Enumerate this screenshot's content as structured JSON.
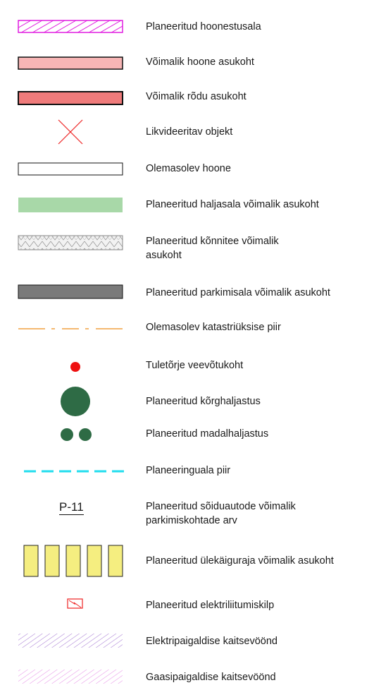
{
  "legend": {
    "items": [
      {
        "id": "hoonestusala",
        "label": "Planeeritud hoonestusala",
        "symbol": "hatch-box",
        "color": "#e11fe0"
      },
      {
        "id": "hoone",
        "label": "Võimalik hoone asukoht",
        "symbol": "filled-box",
        "color": "#f7b5b5"
      },
      {
        "id": "rodu",
        "label": "Võimalik rõdu asukoht",
        "symbol": "filled-box",
        "color": "#ef7b7b"
      },
      {
        "id": "likvideeritav",
        "label": "Likvideeritav objekt",
        "symbol": "cross",
        "color": "#ee2222"
      },
      {
        "id": "olemasolev-hoone",
        "label": "Olemasolev hoone",
        "symbol": "outline-box",
        "color": "#222222"
      },
      {
        "id": "haljasala",
        "label": "Planeeritud haljasala võimalik asukoht",
        "symbol": "filled-rect",
        "color": "#a8d8a8"
      },
      {
        "id": "konnitee",
        "label": "Planeeritud kõnnitee võimalik",
        "label2": "asukoht",
        "symbol": "pattern-box",
        "color": "#c8c8c8"
      },
      {
        "id": "parkimisala",
        "label": "Planeeritud parkimisala võimalik asukoht",
        "symbol": "filled-box",
        "color": "#7a7a7a"
      },
      {
        "id": "katastriuksus",
        "label": "Olemasolev katastriüksise piir",
        "symbol": "dashdot-line",
        "color": "#f0a040"
      },
      {
        "id": "tuletorje",
        "label": "Tuletõrje veevõtukoht",
        "symbol": "dot",
        "color": "#ee1111"
      },
      {
        "id": "korghaljastus",
        "label": "Planeeritud kõrghaljastus",
        "symbol": "big-circle",
        "color": "#2e6b45"
      },
      {
        "id": "madalhaljastus",
        "label": "Planeeritud madalhaljastus",
        "symbol": "two-circles",
        "color": "#2e6b45"
      },
      {
        "id": "planeeringuala",
        "label": "Planeeringuala piir",
        "symbol": "dashed-line",
        "color": "#22ddee"
      },
      {
        "id": "parkimiskohad",
        "label": "Planeeritud sõiduautode võimalik",
        "label2": "parkimiskohtade arv",
        "symbol": "text",
        "symbol_text": "P-11"
      },
      {
        "id": "ulekaigurada",
        "label": "Planeeritud ülekäiguraja võimalik asukoht",
        "symbol": "stripes",
        "color": "#f5ee80"
      },
      {
        "id": "elektrikilp",
        "label": "Planeeritud elektriliitumiskilp",
        "symbol": "kilp",
        "color": "#ee2222"
      },
      {
        "id": "elektri-kaitsevoond",
        "label": "Elektripaigaldise kaitsevöönd",
        "symbol": "thin-hatch",
        "color": "#a070d0"
      },
      {
        "id": "gaasi-kaitsevoond",
        "label": "Gaasipaigaldise kaitsevöönd",
        "symbol": "thin-hatch",
        "color": "#e58ae5"
      }
    ]
  }
}
